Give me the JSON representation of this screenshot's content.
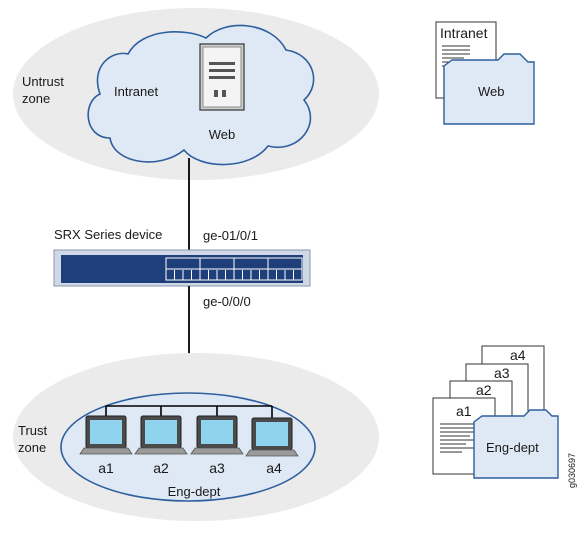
{
  "zones": {
    "untrust": {
      "line1": "Untrust",
      "line2": "zone"
    },
    "trust": {
      "line1": "Trust",
      "line2": "zone"
    }
  },
  "cloud": {
    "label": "Intranet"
  },
  "server": {
    "label": "Web"
  },
  "device": {
    "name": "SRX Series device",
    "port_upper": "ge-01/0/1",
    "port_lower": "ge-0/0/0"
  },
  "hosts": [
    {
      "label": "a1"
    },
    {
      "label": "a2"
    },
    {
      "label": "a3"
    },
    {
      "label": "a4"
    }
  ],
  "group": {
    "label": "Eng-dept"
  },
  "legend_web": {
    "doc": "Intranet",
    "folder": "Web"
  },
  "legend_eng": {
    "docs": [
      "a4",
      "a3",
      "a2",
      "a1"
    ],
    "folder": "Eng-dept"
  },
  "figure_id": "g030697",
  "colors": {
    "zone_fill": "#ebebeb",
    "light_blue": "#dfe8f5",
    "outline_blue": "#2e5f9e",
    "device_navy": "#1f3f7a",
    "screen_cyan": "#8fd3ee"
  }
}
